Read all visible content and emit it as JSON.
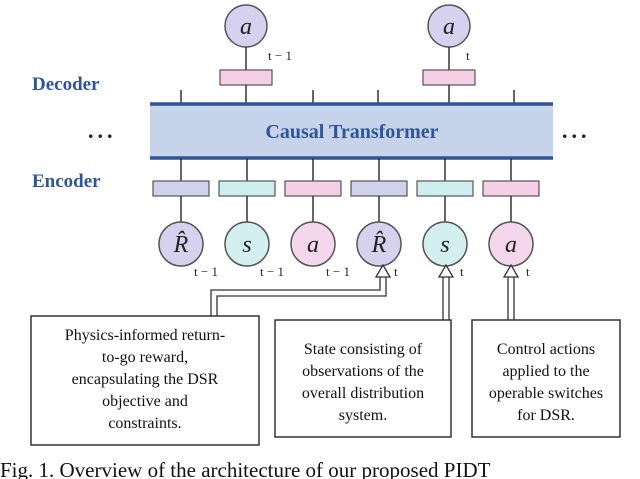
{
  "colors": {
    "blue_dark": "#2e5597",
    "transformer_fill": "#c7d3ea",
    "purple_fill": "#d5d1ee",
    "teal_fill": "#d3eff0",
    "pink_fill": "#f4d7ec",
    "emb_purple": "#cfd2ea",
    "emb_teal": "#cfeef0",
    "emb_pink": "#f4cfe6"
  },
  "labels": {
    "decoder": "Decoder",
    "encoder": "Encoder",
    "transformer": "Causal Transformer",
    "dots_left": "...",
    "dots_right": "..."
  },
  "outputs": [
    {
      "symbol": "a",
      "subscript": "t − 1"
    },
    {
      "symbol": "a",
      "subscript": "t"
    }
  ],
  "tokens": [
    {
      "symbol": "R̂",
      "subscript": "t − 1",
      "type": "return"
    },
    {
      "symbol": "s",
      "subscript": "t − 1",
      "type": "state"
    },
    {
      "symbol": "a",
      "subscript": "t − 1",
      "type": "action"
    },
    {
      "symbol": "R̂",
      "subscript": "t",
      "type": "return"
    },
    {
      "symbol": "s",
      "subscript": "t",
      "type": "state"
    },
    {
      "symbol": "a",
      "subscript": "t",
      "type": "action"
    }
  ],
  "boxes": [
    {
      "lines": [
        "Physics-informed return-",
        "to-go reward,",
        "encapsulating the DSR",
        "objective and",
        "constraints."
      ]
    },
    {
      "lines": [
        "State consisting of",
        "observations of the",
        "overall distribution",
        "system."
      ]
    },
    {
      "lines": [
        "Control actions",
        "applied to the",
        "operable switches",
        "for DSR."
      ]
    }
  ],
  "caption": "Fig. 1.  Overview of the architecture of our proposed PIDT"
}
